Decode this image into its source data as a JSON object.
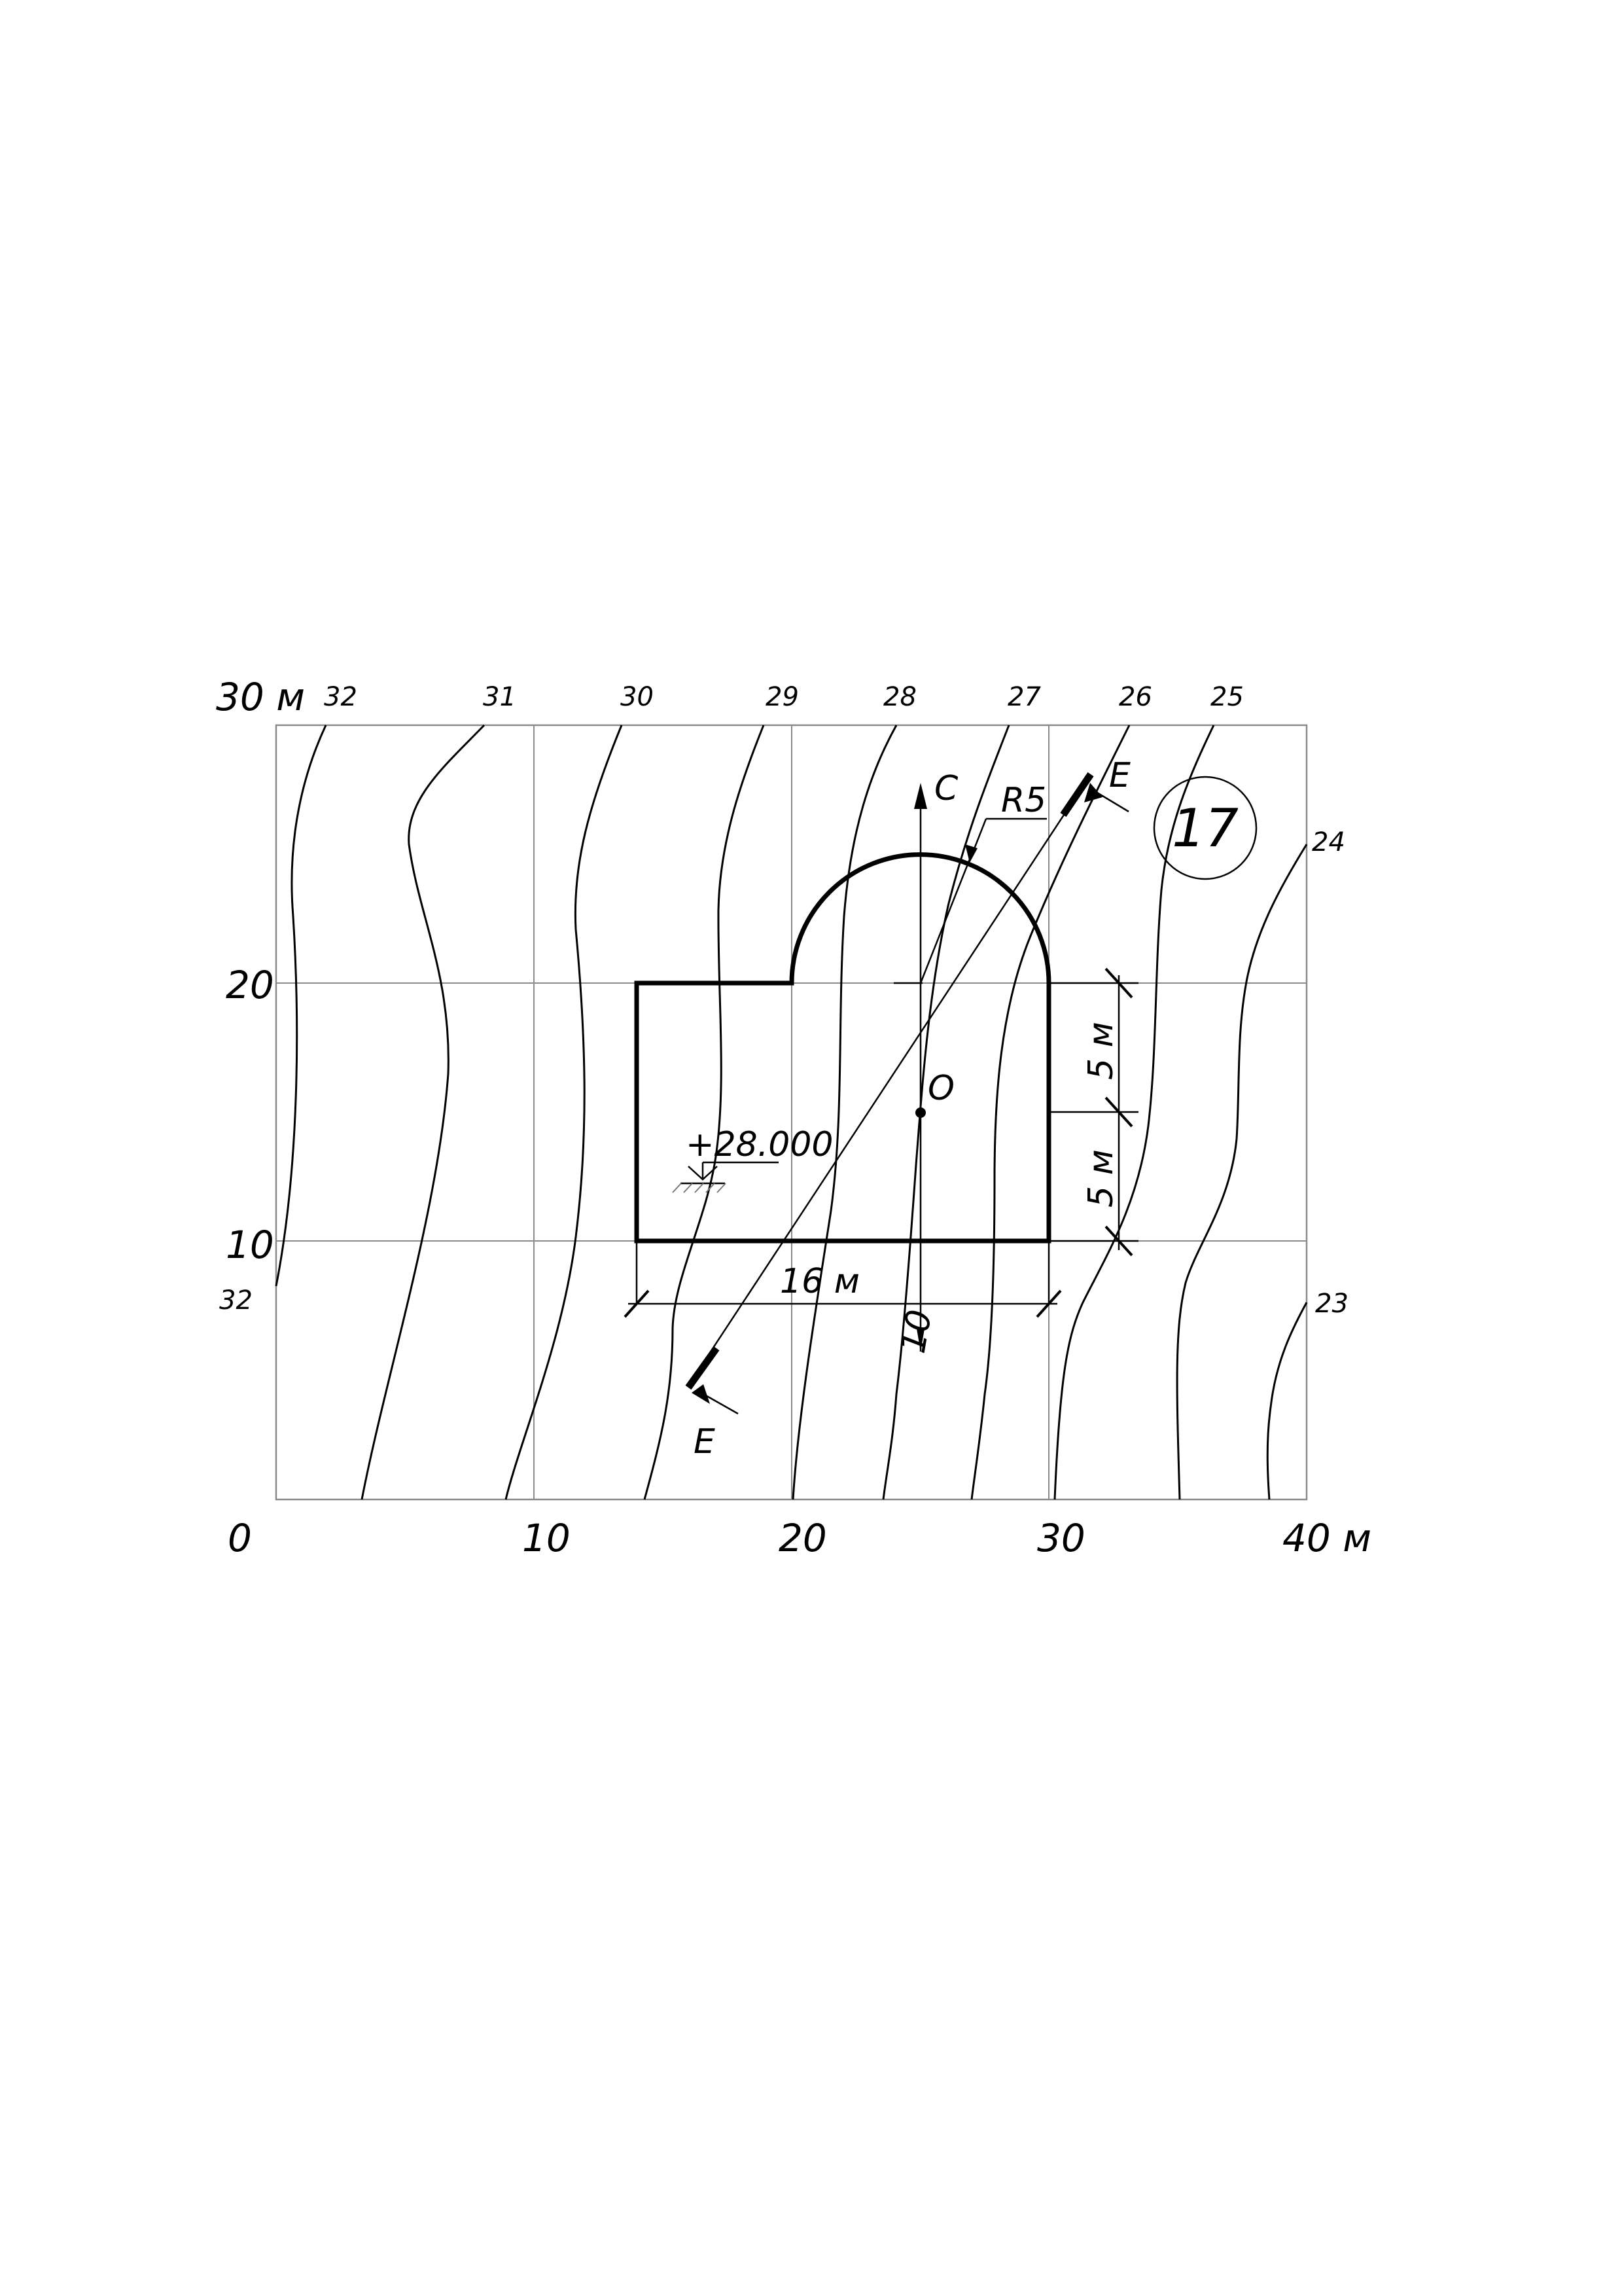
{
  "axes": {
    "x_labels": [
      "0",
      "10",
      "20",
      "30",
      "40 м"
    ],
    "y_labels": [
      "10",
      "20",
      "30 м"
    ]
  },
  "contour_labels": {
    "top": [
      "32",
      "31",
      "30",
      "29",
      "28",
      "27",
      "26",
      "25"
    ],
    "right": [
      "24",
      "23"
    ],
    "left": [
      "32"
    ]
  },
  "annotations": {
    "north": "С",
    "radius": "R5",
    "section_marker": "Е",
    "center_point": "О",
    "elevation": "+28.000",
    "width": "16 м",
    "height_upper": "5 м",
    "height_lower": "5 м",
    "direction": "10"
  },
  "badge": "17"
}
